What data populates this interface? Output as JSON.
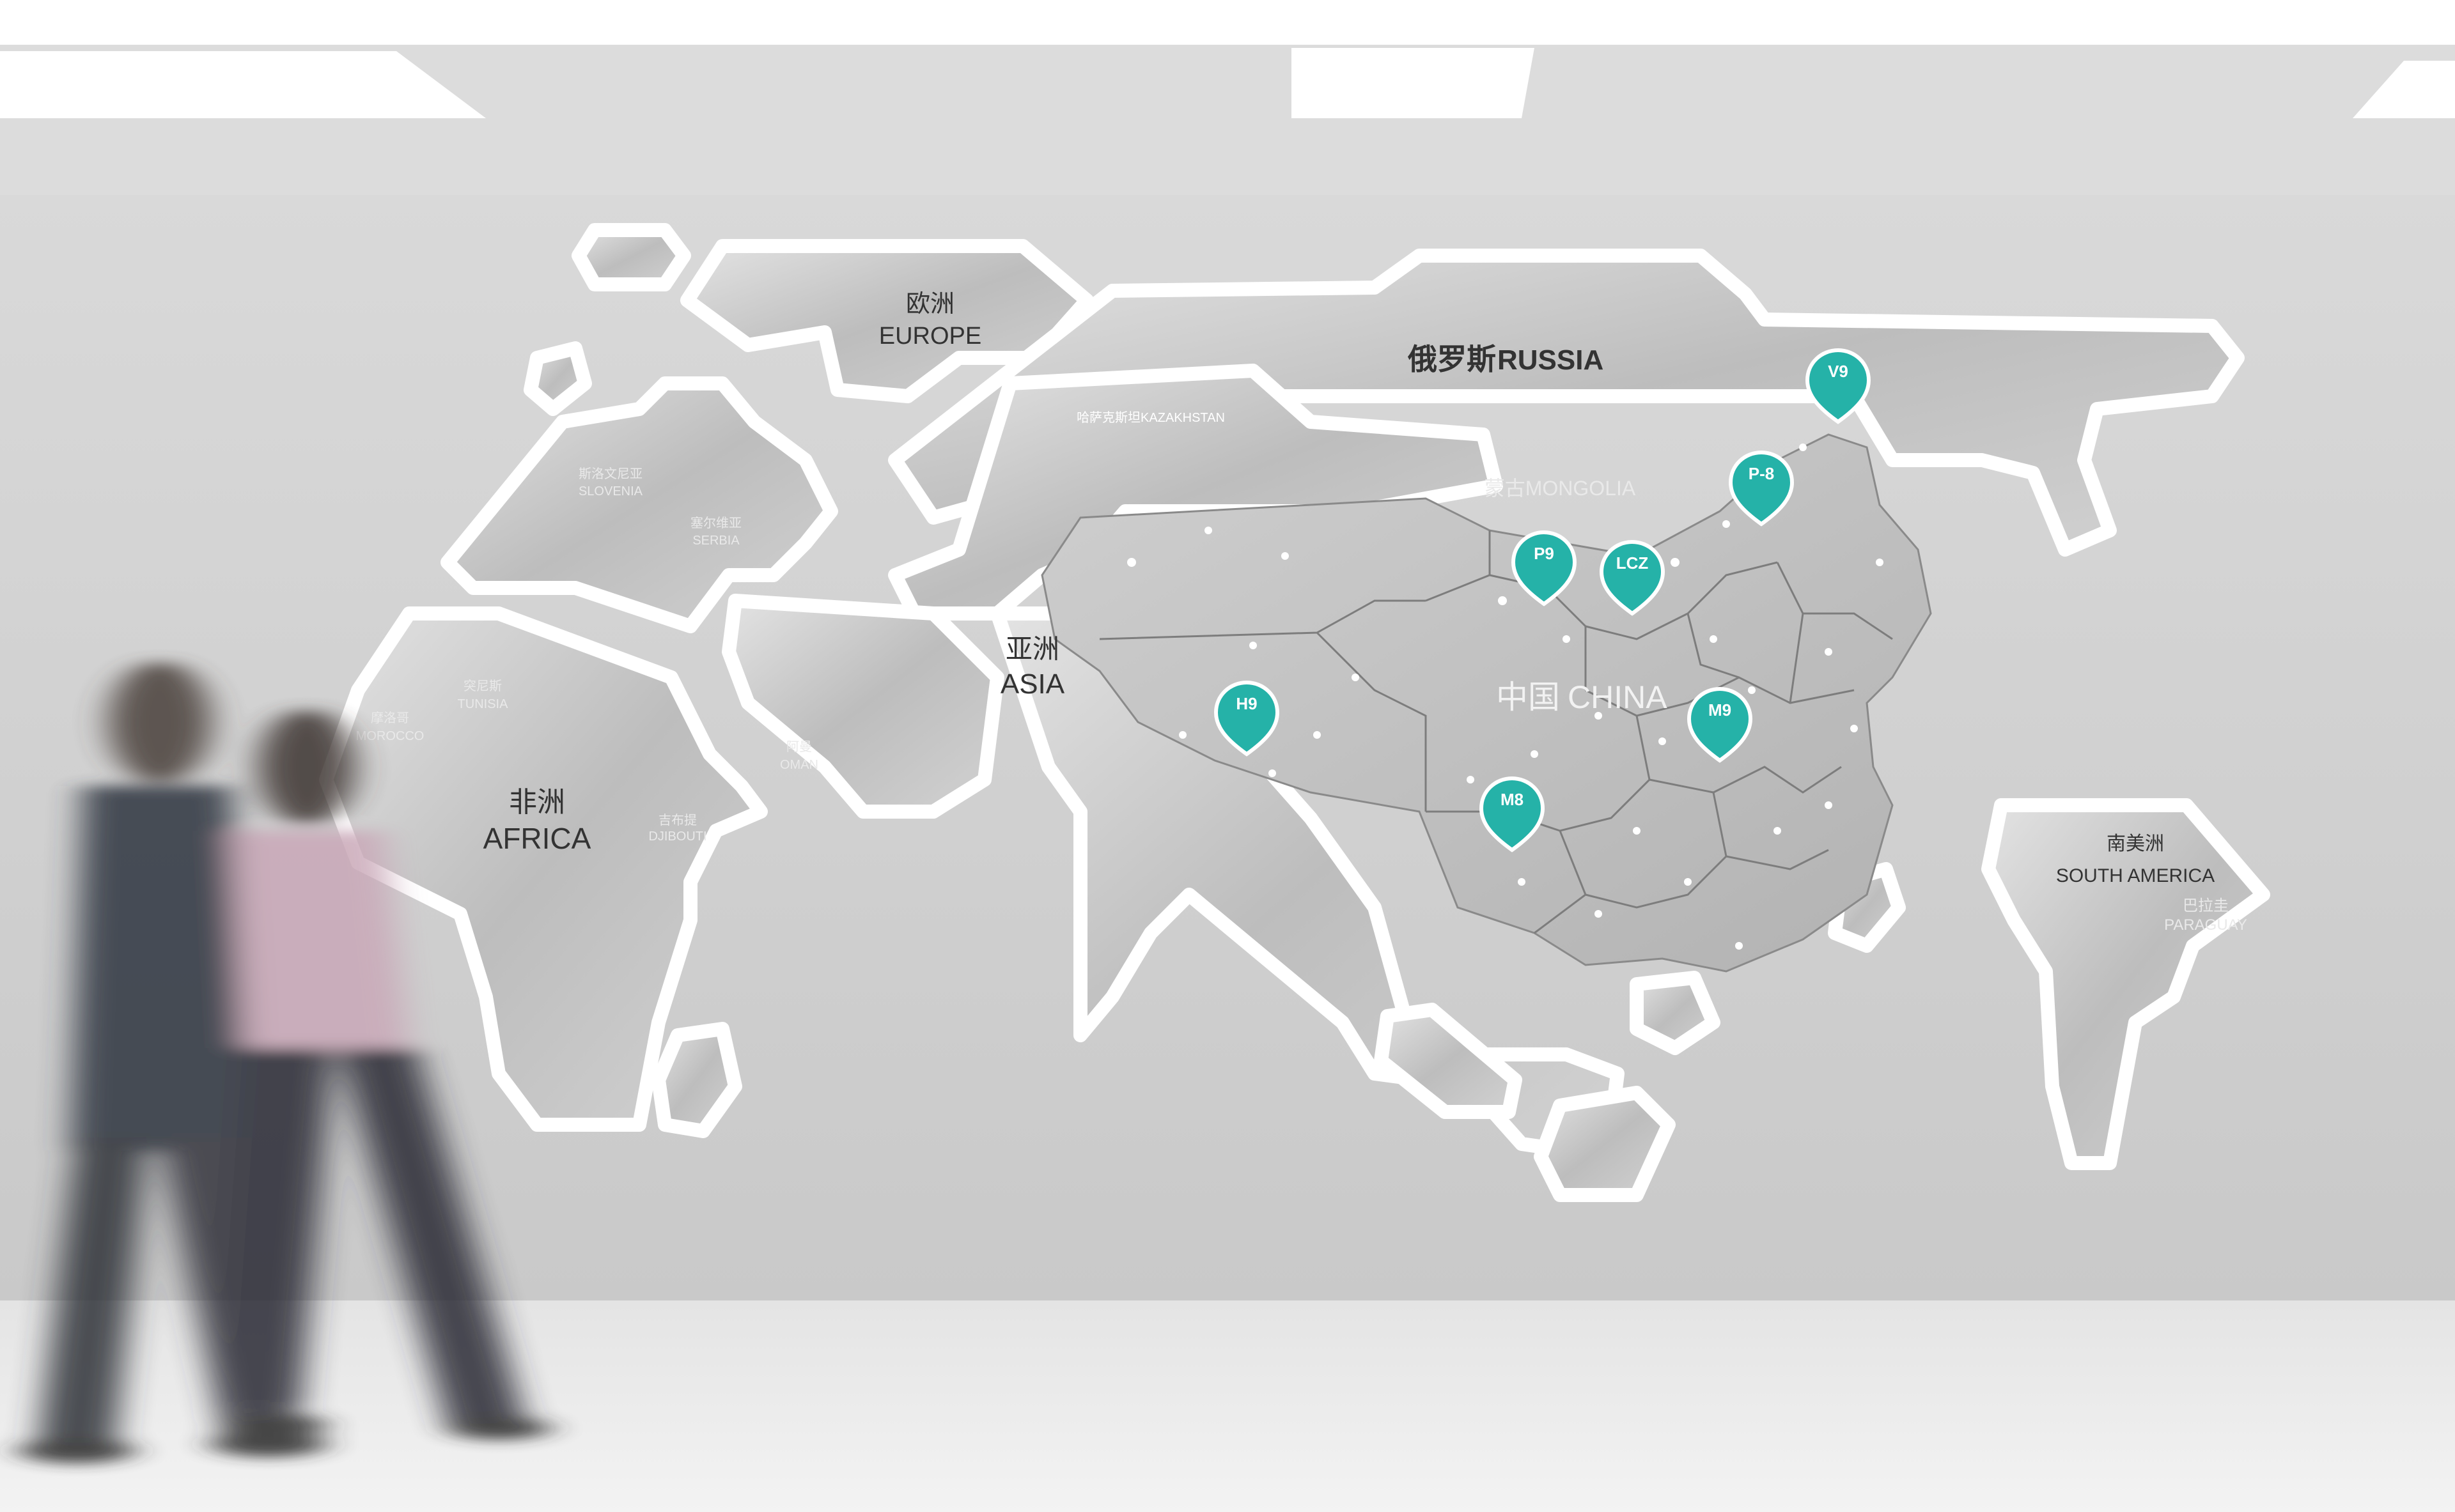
{
  "colors": {
    "wall": "#cfcfcf",
    "floor": "#e8e8e8",
    "ceiling": "#dcdcdc",
    "panel": "#c8c8c8",
    "panel_rim": "#ffffff",
    "marker_teal": "#25b2a8",
    "label_dark": "#333333"
  },
  "map": {
    "continents": {
      "europe": {
        "zh": "欧洲",
        "en": "EUROPE"
      },
      "russia": {
        "zh": "俄罗斯",
        "en": "RUSSIA"
      },
      "asia": {
        "zh": "亚洲",
        "en": "ASIA"
      },
      "china": {
        "zh": "中国",
        "en": "CHINA"
      },
      "africa": {
        "zh": "非洲",
        "en": "AFRICA"
      },
      "south_america": {
        "zh": "南美洲",
        "en": "SOUTH AMERICA"
      }
    },
    "minor_labels": {
      "mongolia": "蒙古MONGOLIA",
      "kazakhstan": "哈萨克斯坦KAZAKHSTAN",
      "slovenia_zh": "斯洛文尼亚",
      "slovenia_en": "SLOVENIA",
      "serbia_zh": "塞尔维亚",
      "serbia_en": "SERBIA",
      "morocco_zh": "摩洛哥",
      "morocco_en": "MOROCCO",
      "tunisia_zh": "突尼斯",
      "tunisia_en": "TUNISIA",
      "oman_zh": "阿曼",
      "oman_en": "OMAN",
      "djibouti_zh": "吉布提",
      "djibouti_en": "DJIBOUTI",
      "paraguay_zh": "巴拉圭",
      "paraguay_en": "PARAGUAY"
    },
    "markers": [
      {
        "code": "V9",
        "name": "V9"
      },
      {
        "code": "P-8",
        "name": "P-8"
      },
      {
        "code": "P9",
        "name": "P9"
      },
      {
        "code": "LCZ",
        "name": "LCZ"
      },
      {
        "code": "H9",
        "name": "H9"
      },
      {
        "code": "M9",
        "name": "M9"
      },
      {
        "code": "M8",
        "name": "M8"
      }
    ]
  }
}
